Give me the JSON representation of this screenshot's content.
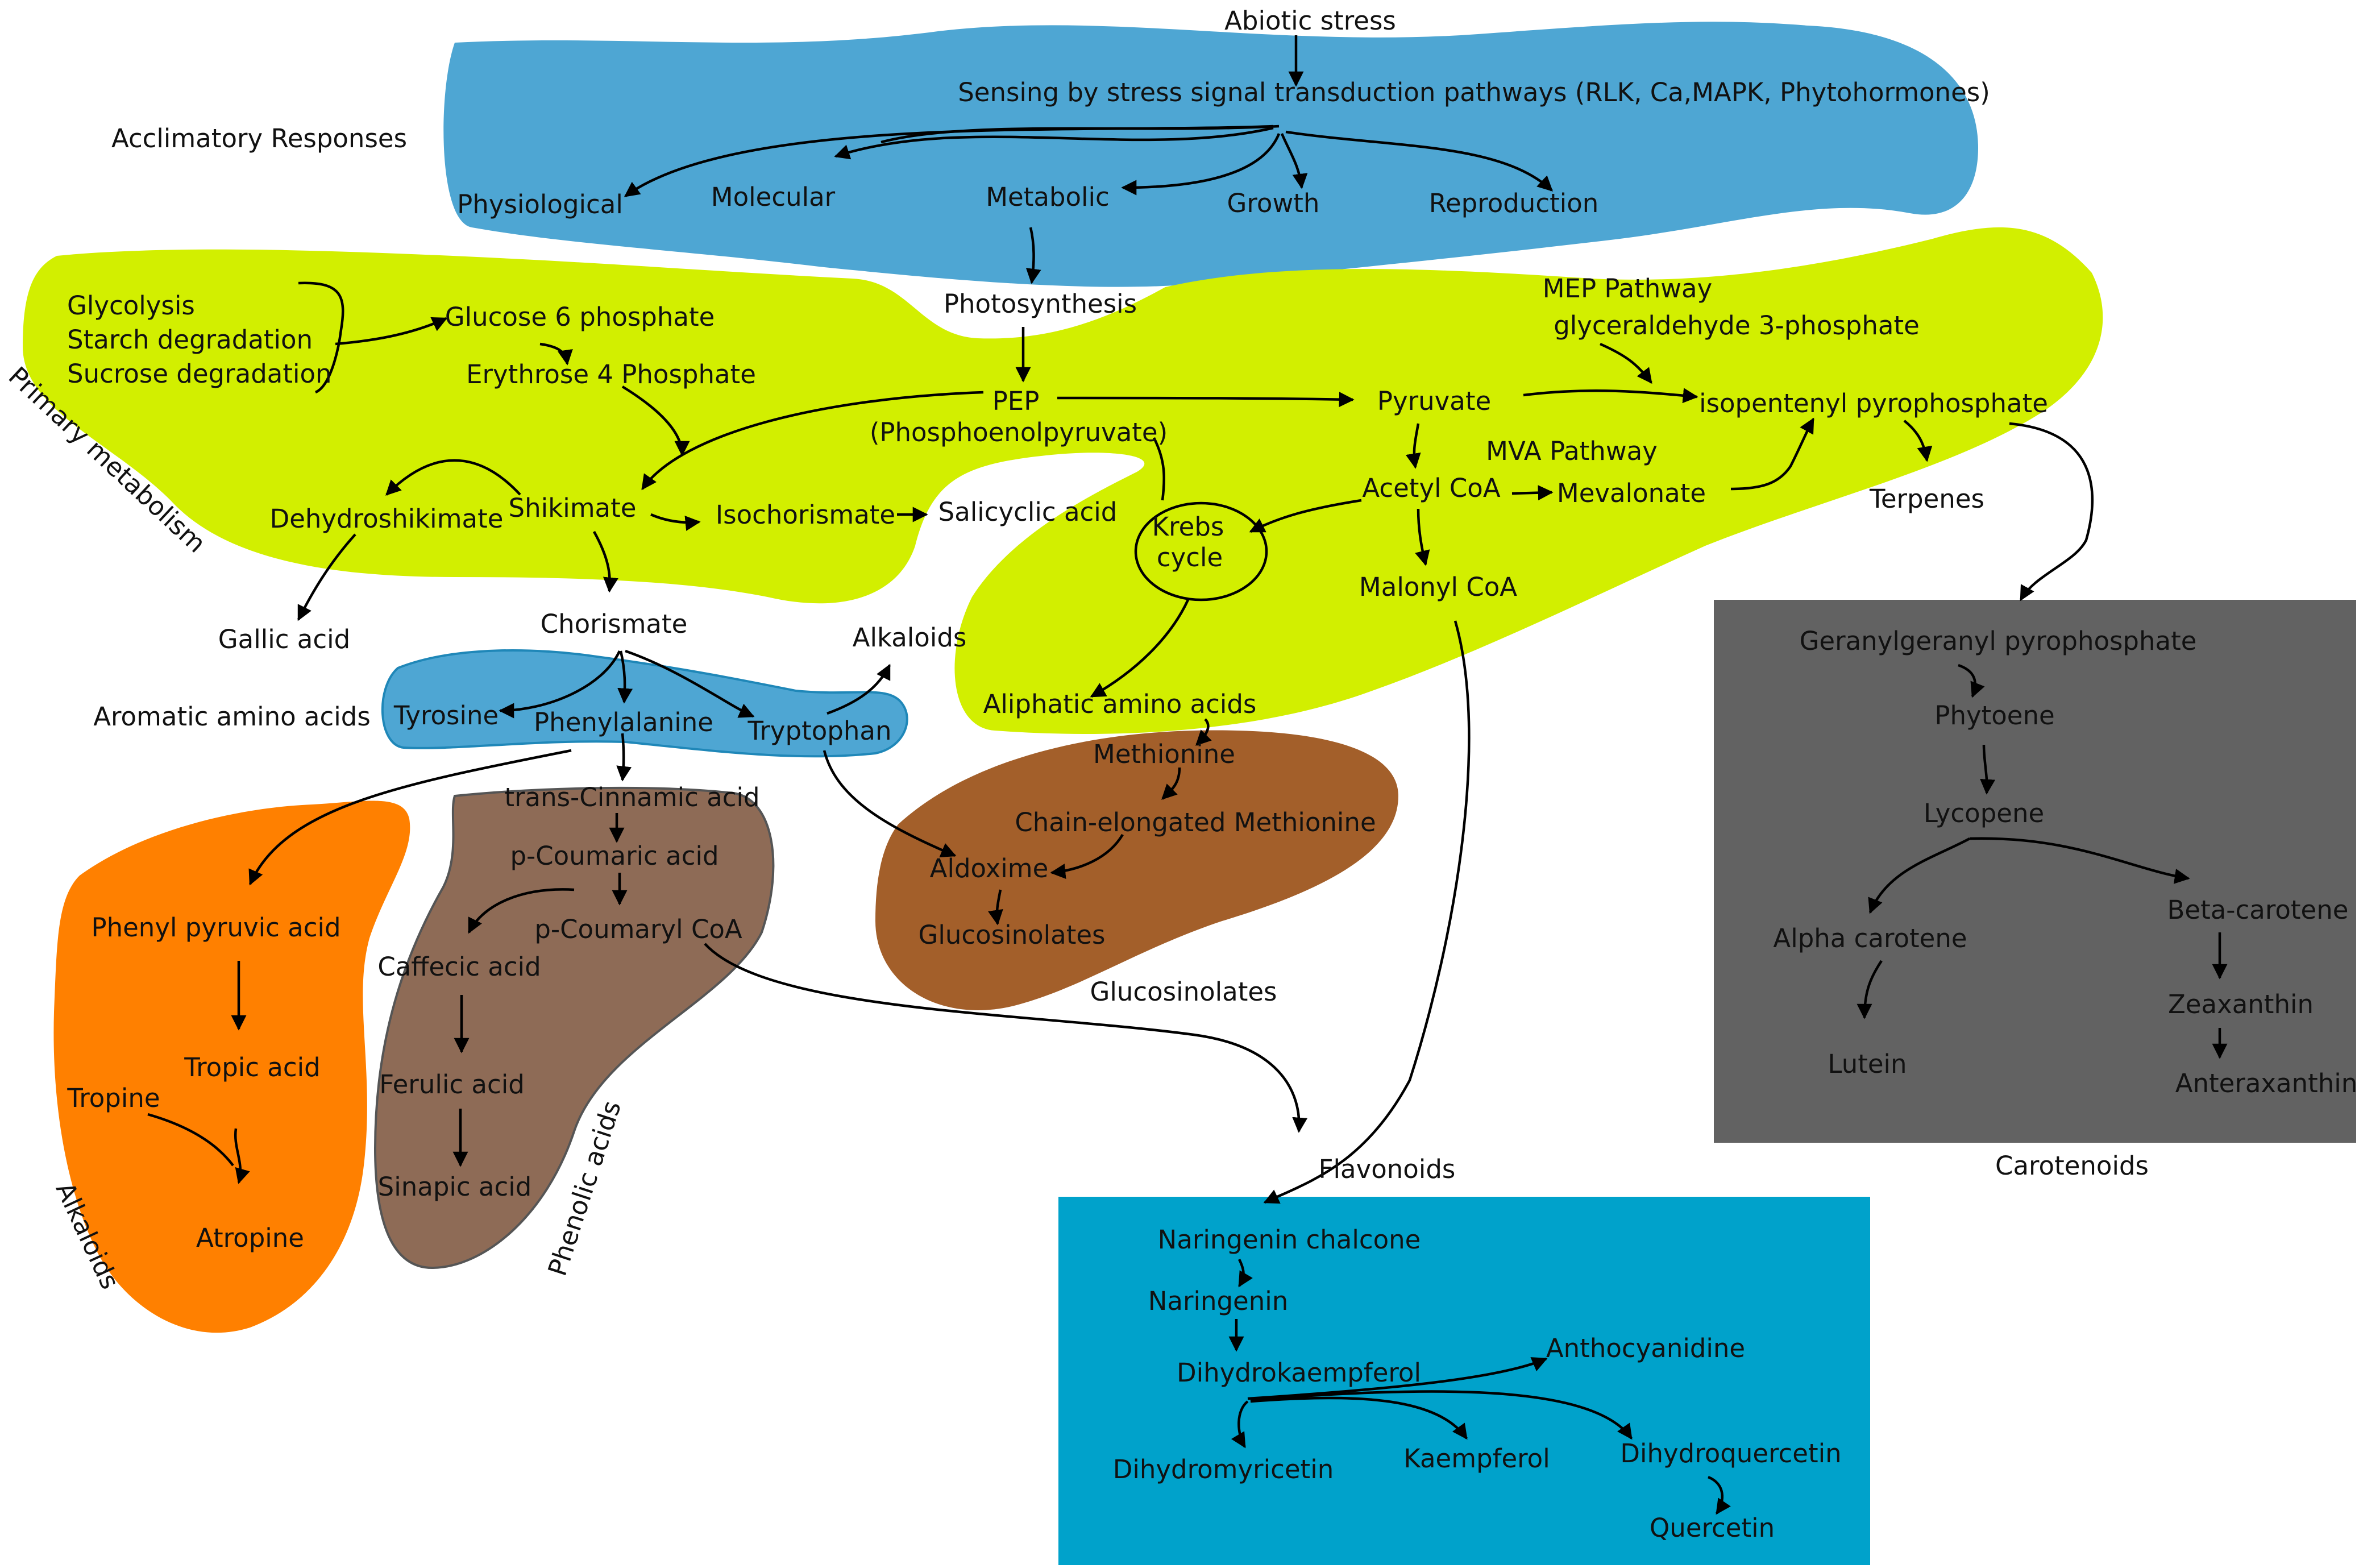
{
  "colors": {
    "stress_region": "#4ea6d3",
    "primary_region": "#d2ef00",
    "aromatic_region": "#4ea6d3",
    "alkaloid_region": "#ff8000",
    "phenolic_region": "#8e6b56",
    "glucosinolate_region": "#a35f2a",
    "carotenoid_box": "#626262",
    "flavonoid_box": "#00a2cb",
    "text": "#111111"
  },
  "labels": {
    "abiotic_stress": "Abiotic stress",
    "sensing": "Sensing by stress signal transduction pathways (RLK, Ca,MAPK, Phytohormones)",
    "acclimatory_responses": "Acclimatory Responses",
    "physiological": "Physiological",
    "molecular": "Molecular",
    "metabolic": "Metabolic",
    "growth": "Growth",
    "reproduction": "Reproduction",
    "photosynthesis": "Photosynthesis",
    "glycolysis": "Glycolysis",
    "starch_degradation": "Starch degradation",
    "sucrose_degradation": "Sucrose degradation",
    "glucose_6_phosphate": "Glucose 6 phosphate",
    "erythrose_4_phosphate": "Erythrose 4 Phosphate",
    "pep": "PEP",
    "pep_full": "(Phosphoenolpyruvate)",
    "pyruvate": "Pyruvate",
    "mep_pathway": "MEP Pathway",
    "glyceraldehyde_3_phosphate": "glyceraldehyde 3-phosphate",
    "isopentenyl_pyrophosphate": "isopentenyl pyrophosphate",
    "terpenes": "Terpenes",
    "mva_pathway": "MVA Pathway",
    "acetyl_coa": "Acetyl CoA",
    "mevalonate": "Mevalonate",
    "malonyl_coa": "Malonyl CoA",
    "krebs": "Krebs",
    "cycle": "cycle",
    "primary_metabolism": "Primary metabolism",
    "dehydroshikimate": "Dehydroshikimate",
    "shikimate": "Shikimate",
    "isochorismate": "Isochorismate",
    "salicyclic_acid": "Salicyclic acid",
    "gallic_acid": "Gallic acid",
    "chorismate": "Chorismate",
    "alkaloids_top": "Alkaloids",
    "aromatic_amino_acids": "Aromatic amino acids",
    "tyrosine": "Tyrosine",
    "phenylalanine": "Phenylalanine",
    "tryptophan": "Tryptophan",
    "aliphatic_amino_acids": "Aliphatic amino acids",
    "methionine": "Methionine",
    "chain_elongated_methionine": "Chain-elongated Methionine",
    "aldoxime": "Aldoxime",
    "glucosinolates_inner": "Glucosinolates",
    "glucosinolates_label": "Glucosinolates",
    "trans_cinnamic_acid": "trans-Cinnamic acid",
    "p_coumaric_acid": "p-Coumaric acid",
    "p_coumaryl_coa": "p-Coumaryl CoA",
    "caffecic_acid": "Caffecic acid",
    "ferulic_acid": "Ferulic acid",
    "sinapic_acid": "Sinapic acid",
    "phenolic_acids": "Phenolic acids",
    "phenyl_pyruvic_acid": "Phenyl pyruvic acid",
    "tropic_acid": "Tropic acid",
    "tropine": "Tropine",
    "atropine": "Atropine",
    "alkaloids_side": "Alkaloids",
    "geranylgeranyl_pyrophosphate": "Geranylgeranyl pyrophosphate",
    "phytoene": "Phytoene",
    "lycopene": "Lycopene",
    "alpha_carotene": "Alpha carotene",
    "beta_carotene": "Beta-carotene",
    "lutein": "Lutein",
    "zeaxanthin": "Zeaxanthin",
    "anteraxanthin": "Anteraxanthin",
    "carotenoids": "Carotenoids",
    "flavonoids": "Flavonoids",
    "naringenin_chalcone": "Naringenin chalcone",
    "naringenin": "Naringenin",
    "dihydrokaempferol": "Dihydrokaempferol",
    "anthocyanidine": "Anthocyanidine",
    "dihydromyricetin": "Dihydromyricetin",
    "kaempferol": "Kaempferol",
    "dihydroquercetin": "Dihydroquercetin",
    "quercetin": "Quercetin"
  }
}
